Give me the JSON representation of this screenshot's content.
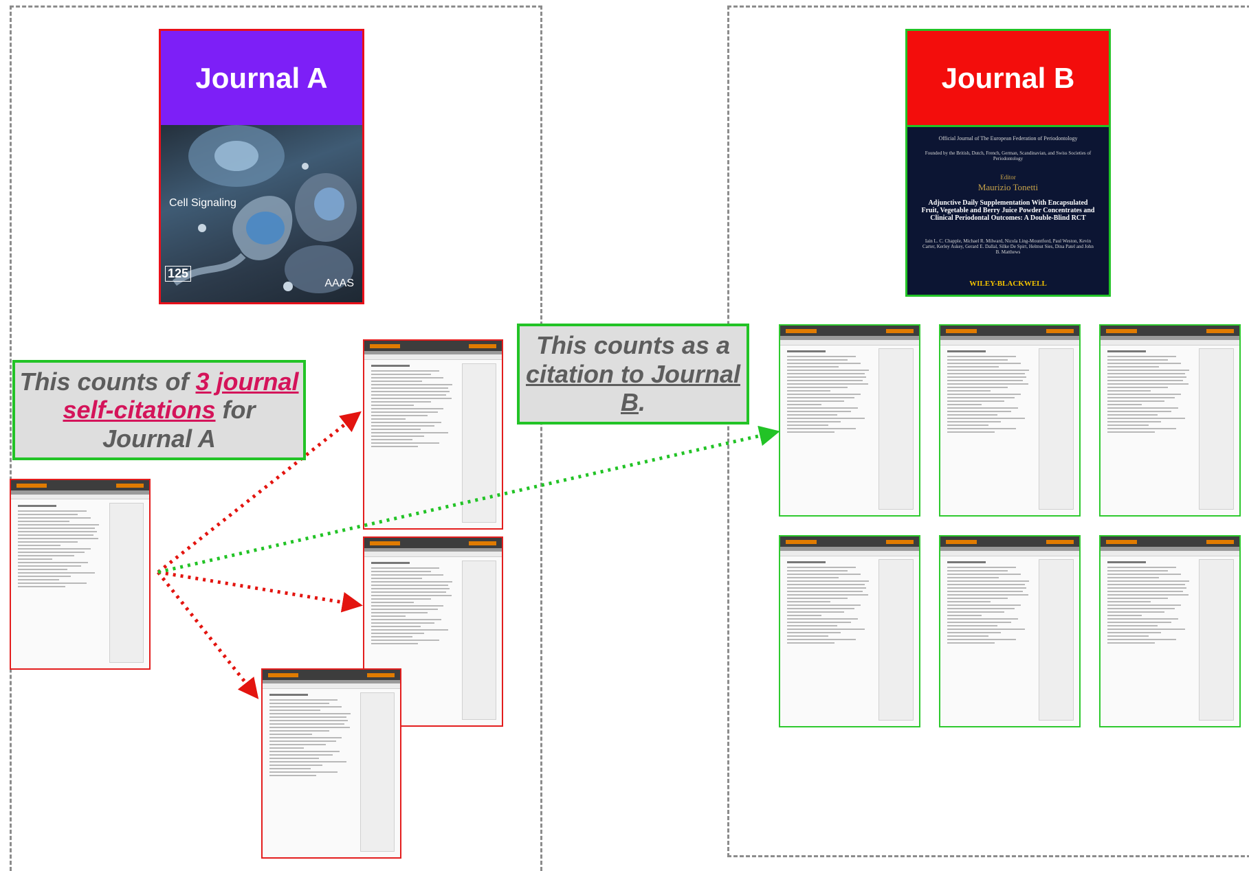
{
  "journal_a": {
    "title": "Journal A",
    "cover_caption": "Cell Signaling",
    "badge": "125",
    "publisher_mark": "AAAS"
  },
  "journal_b": {
    "title": "Journal B",
    "cover_line_1": "Official Journal of The European Federation of Periodontology",
    "cover_line_2": "Founded by the British, Dutch, French, German, Scandinavian, and Swiss Societies of Periodontology",
    "editor_label": "Editor",
    "editor_name": "Maurizio Tonetti",
    "article_title": "Adjunctive Daily Supplementation With Encapsulated Fruit, Vegetable and Berry Juice Powder Concentrates and Clinical Periodontal Outcomes: A Double-Blind RCT",
    "authors": "Iain L. C. Chapple, Michael R. Milward, Nicola Ling-Mountford, Paul Weston, Kevin Carter, Kerley Askey, Gerard E. Dallal, Silke De Spirt, Helmut Sies, Dina Patel and John B. Matthews",
    "publisher": "WILEY-BLACKWELL"
  },
  "callout_self": {
    "prefix": "This counts of ",
    "highlight": "3 journal self-citations",
    "suffix": " for Journal A"
  },
  "callout_b": {
    "prefix": "This counts as a ",
    "highlight": "citation to Journal B",
    "suffix": "."
  },
  "colors": {
    "self_citation_arrow": "#e3140f",
    "external_citation_arrow": "#22c326",
    "journal_a_header": "#7d1ff7",
    "journal_b_header": "#f30d0c"
  }
}
